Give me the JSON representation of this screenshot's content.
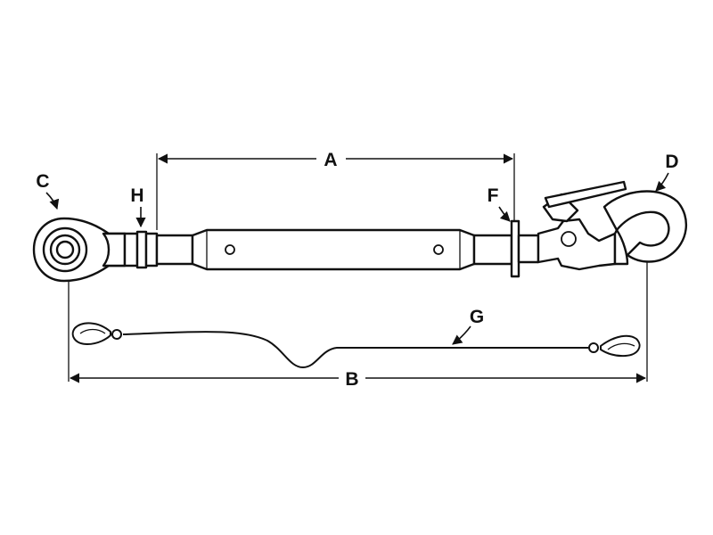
{
  "labels": {
    "A": "A",
    "B": "B",
    "C": "C",
    "D": "D",
    "F": "F",
    "G": "G",
    "H": "H"
  },
  "colors": {
    "line": "#111111",
    "background": "#ffffff"
  }
}
